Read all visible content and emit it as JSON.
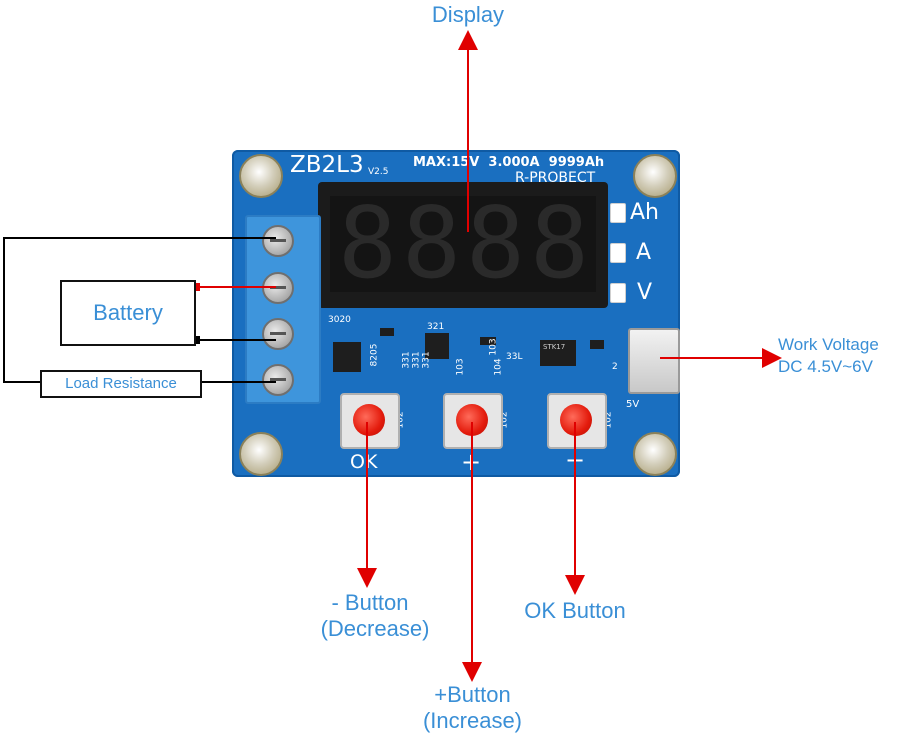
{
  "callouts": {
    "display": "Display",
    "work_voltage_line1": "Work Voltage",
    "work_voltage_line2": "DC 4.5V~6V",
    "minus_button_line1": "- Button",
    "minus_button_line2": "(Decrease)",
    "plus_button_line1": "+Button",
    "plus_button_line2": "(Increase)",
    "ok_button": "OK Button"
  },
  "wiring": {
    "battery": "Battery",
    "load_resistance": "Load Resistance"
  },
  "board": {
    "model": "ZB2L3",
    "version": "V2.5",
    "spec": "MAX:15V  3.000A  9999Ah",
    "brand": "R-PROBECT",
    "display_digits": [
      "8",
      "8",
      "8",
      "8"
    ],
    "unit_labels": [
      "Ah",
      "A",
      "V"
    ],
    "button_labels": [
      "OK",
      "+",
      "−"
    ],
    "usb_label": "5V",
    "component_codes": [
      "8205",
      "3020",
      "321",
      "331",
      "331",
      "331",
      "103",
      "103",
      "104",
      "33L",
      "102",
      "102",
      "102",
      "STK17",
      "2"
    ]
  },
  "colors": {
    "callout_text": "#3a8fd6",
    "arrow": "#e00000",
    "pcb": "#1a6fc0",
    "wire": "#000000"
  }
}
